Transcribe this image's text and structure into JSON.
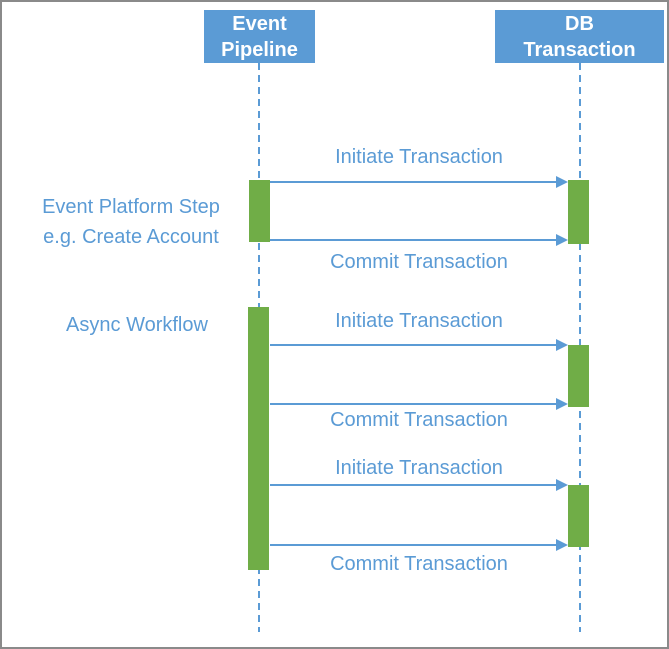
{
  "colors": {
    "accent_blue": "#5B9BD5",
    "bar_green": "#70AD47",
    "border_gray": "#8A8A8A"
  },
  "actors": [
    {
      "label": "Event Pipeline",
      "line1": "Event",
      "line2": "Pipeline"
    },
    {
      "label": "DB Transaction",
      "line1": "DB",
      "line2": "Transaction"
    }
  ],
  "side_labels": [
    {
      "line1": "Event Platform Step",
      "line2": "e.g. Create Account"
    },
    {
      "line1": "Async Workflow"
    }
  ],
  "messages": [
    {
      "label": "Initiate Transaction"
    },
    {
      "label": "Commit Transaction"
    },
    {
      "label": "Initiate Transaction"
    },
    {
      "label": "Commit Transaction"
    },
    {
      "label": "Initiate Transaction"
    },
    {
      "label": "Commit Transaction"
    }
  ]
}
